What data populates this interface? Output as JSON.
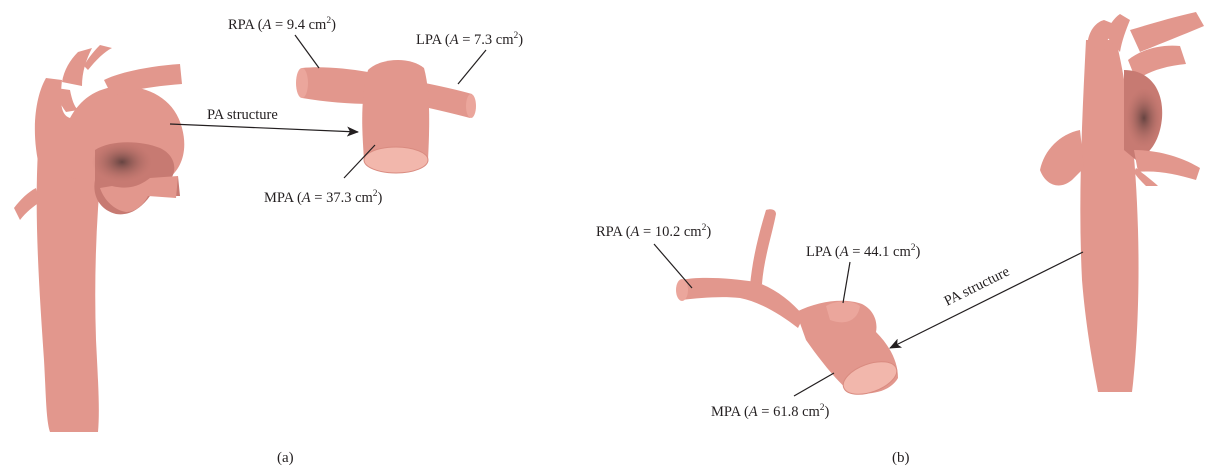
{
  "colors": {
    "tissue": "#e2978d",
    "tissue_highlight": "#eba69c",
    "tissue_shadow": "#c77a72",
    "cap": "#f2b7ac",
    "annotation": "#231f20"
  },
  "panel_a": {
    "arrow_label": "PA structure",
    "rpa": {
      "name": "RPA",
      "var": "A",
      "value": "9.4",
      "unit": "cm",
      "exp": "2"
    },
    "lpa": {
      "name": "LPA",
      "var": "A",
      "value": "7.3",
      "unit": "cm",
      "exp": "2"
    },
    "mpa": {
      "name": "MPA",
      "var": "A",
      "value": "37.3",
      "unit": "cm",
      "exp": "2"
    },
    "caption": "(a)"
  },
  "panel_b": {
    "arrow_label": "PA structure",
    "rpa": {
      "name": "RPA",
      "var": "A",
      "value": "10.2",
      "unit": "cm",
      "exp": "2"
    },
    "lpa": {
      "name": "LPA",
      "var": "A",
      "value": "44.1",
      "unit": "cm",
      "exp": "2"
    },
    "mpa": {
      "name": "MPA",
      "var": "A",
      "value": "61.8",
      "unit": "cm",
      "exp": "2"
    },
    "caption": "(b)"
  }
}
